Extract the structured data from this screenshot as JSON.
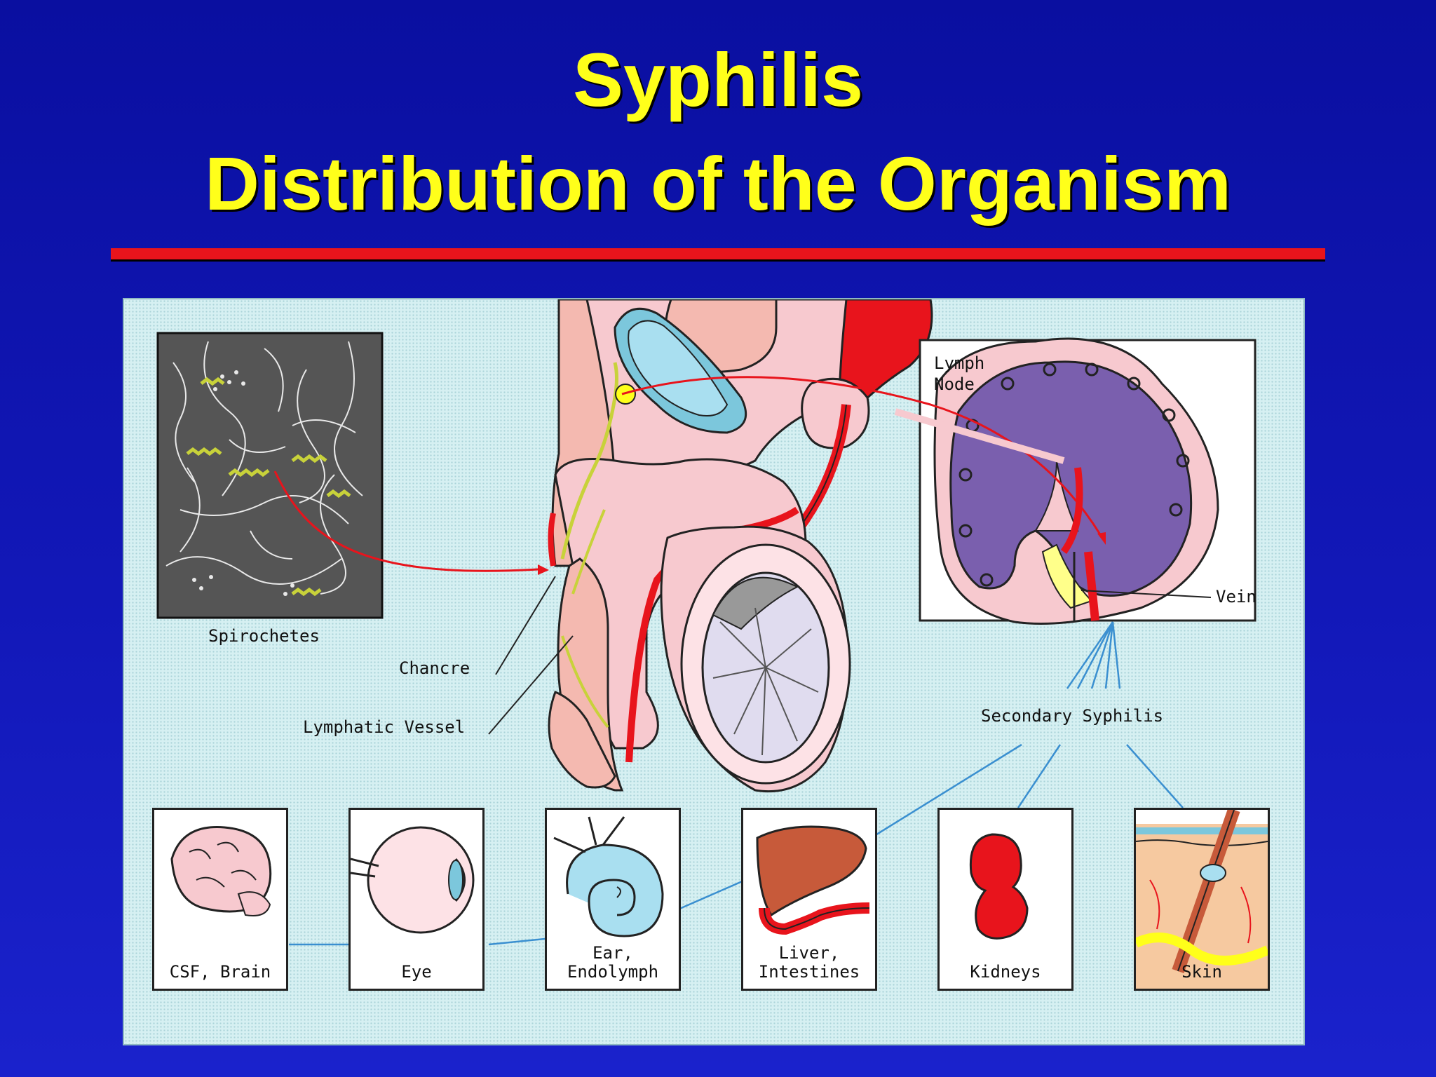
{
  "title": {
    "line1": "Syphilis",
    "line2": "Distribution of  the Organism"
  },
  "labels": {
    "spirochetes": "Spirochetes",
    "chancre": "Chancre",
    "lymphatic_vessel": "Lymphatic Vessel",
    "lymph_node": "Lymph Node",
    "vein": "Vein",
    "secondary_syphilis": "Secondary Syphilis"
  },
  "organs": [
    {
      "label": "CSF, Brain",
      "icon": "brain-icon"
    },
    {
      "label": "Eye",
      "icon": "eye-icon"
    },
    {
      "label": "Ear, Endolymph",
      "icon": "ear-icon"
    },
    {
      "label": "Liver, Intestines",
      "icon": "liver-icon"
    },
    {
      "label": "Kidneys",
      "icon": "kidney-icon"
    },
    {
      "label": "Skin",
      "icon": "skin-icon"
    }
  ],
  "colors": {
    "background": "#1218b8",
    "title": "#ffff1a",
    "rule": "#e8141c",
    "panel": "#d6f0f2",
    "lymph_node": "#7a5fae",
    "vessel": "#e8141c",
    "connector": "#3a8fd0"
  }
}
